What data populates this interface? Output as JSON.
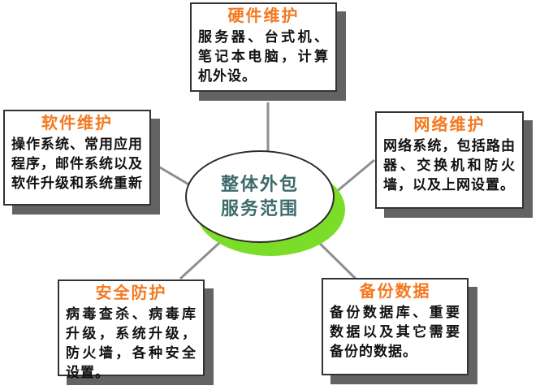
{
  "diagram": {
    "type": "radial-topic-diagram",
    "center": {
      "line1": "整体外包",
      "line2": "服务范围"
    },
    "nodes": {
      "hardware": {
        "title": "硬件维护",
        "body": "服务器、台式机、笔记本电脑，计算机外设。"
      },
      "software": {
        "title": "软件维护",
        "body": "操作系统、常用应用程序，邮件系统以及软件升级和系统重新"
      },
      "network": {
        "title": "网络维护",
        "body": "网络系统，包括路由器、交换机和防火墙，以及上网设置。"
      },
      "security": {
        "title": "安全防护",
        "body": "病毒查杀、病毒库升级，系统升级，防火墙，各种安全设置。"
      },
      "backup": {
        "title": "备份数据",
        "body": "备份数据库、重要数据以及其它需要备份的数据。"
      }
    },
    "colors": {
      "node_title": "#f4791f",
      "node_body": "#111111",
      "node_border": "#333333",
      "node_shadow": "#636363",
      "center_text": "#3e6b6b",
      "center_shadow_green": "#7cdd28",
      "connector": "#8f8f8f",
      "background": "#ffffff"
    }
  }
}
